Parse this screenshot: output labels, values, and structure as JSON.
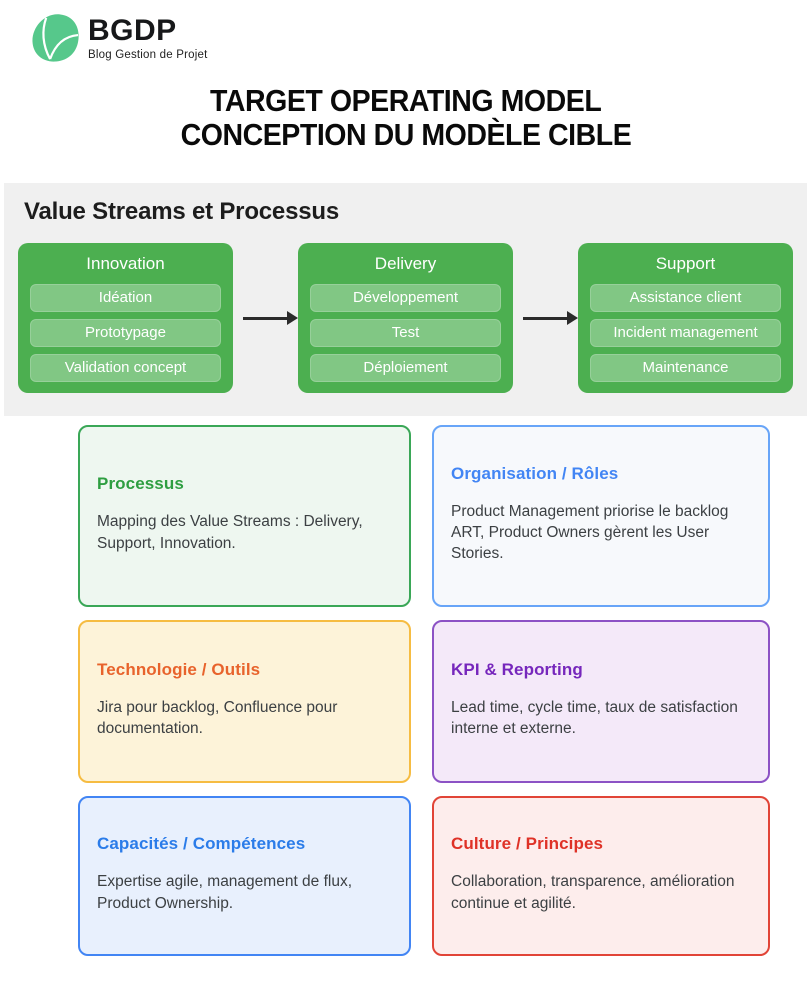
{
  "logo": {
    "brand": "BGDP",
    "tagline": "Blog Gestion de Projet",
    "icon": "leaf-icon",
    "icon_color": "#56c88b"
  },
  "title": {
    "line1": "TARGET OPERATING MODEL",
    "line2": "CONCEPTION DU MODÈLE CIBLE"
  },
  "value_streams": {
    "heading": "Value Streams et Processus",
    "columns": [
      {
        "title": "Innovation",
        "steps": [
          "Idéation",
          "Prototypage",
          "Validation concept"
        ]
      },
      {
        "title": "Delivery",
        "steps": [
          "Développement",
          "Test",
          "Déploiement"
        ]
      },
      {
        "title": "Support",
        "steps": [
          "Assistance client",
          "Incident management",
          "Maintenance"
        ]
      }
    ],
    "colors": {
      "band_bg": "#f0f0f0",
      "column_bg": "#4caf50",
      "step_bg": "#81c784",
      "step_border": "#97d09a",
      "arrow": "#2b2b2b"
    }
  },
  "cards": [
    {
      "title": "Processus",
      "body": "Mapping des Value Streams : Delivery, Support, Innovation.",
      "title_color": "#2e9e41",
      "border_color": "#3aa757",
      "bg_color": "#eef7f0"
    },
    {
      "title": "Organisation / Rôles",
      "body": "Product Management priorise le backlog ART, Product Owners gèrent les User Stories.",
      "title_color": "#4285f4",
      "border_color": "#68a5f8",
      "bg_color": "#f7f9fc"
    },
    {
      "title": "Technologie / Outils",
      "body": "Jira pour backlog, Confluence pour documentation.",
      "title_color": "#e8632c",
      "border_color": "#f6bc42",
      "bg_color": "#fdf3d9"
    },
    {
      "title": "KPI & Reporting",
      "body": "Lead time, cycle time, taux de satisfaction interne et externe.",
      "title_color": "#7627bc",
      "border_color": "#8c52c5",
      "bg_color": "#f4e9f9"
    },
    {
      "title": "Capacités / Compétences",
      "body": "Expertise agile, management de flux, Product Ownership.",
      "title_color": "#2b7ce9",
      "border_color": "#4285f4",
      "bg_color": "#e8f0fd"
    },
    {
      "title": "Culture / Principes",
      "body": "Collaboration, transparence, amélioration continue et agilité.",
      "title_color": "#df3227",
      "border_color": "#e14437",
      "bg_color": "#fdedec"
    }
  ]
}
